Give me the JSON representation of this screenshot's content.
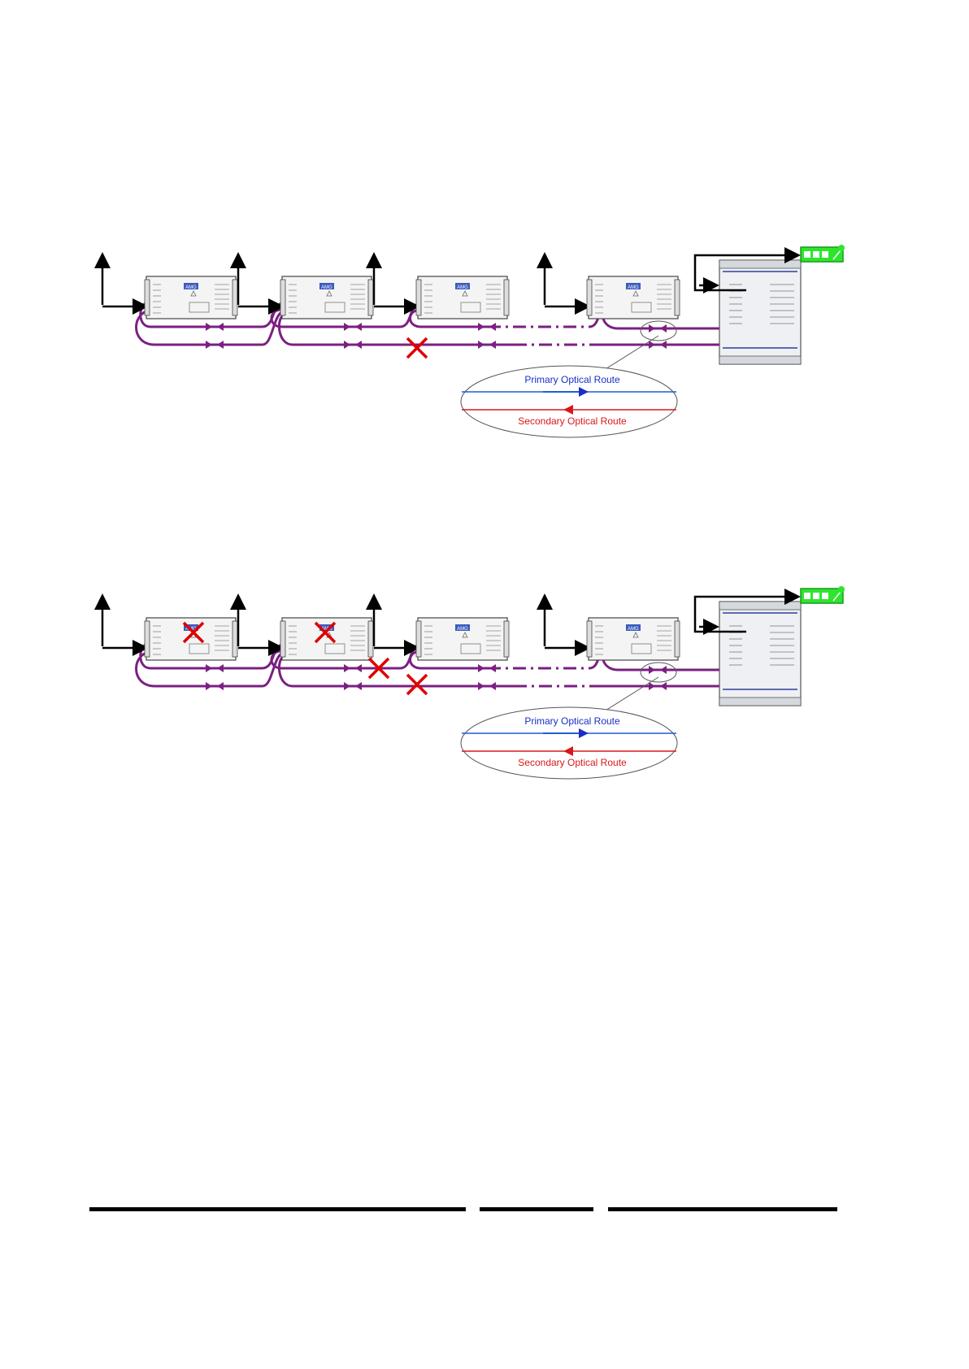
{
  "diagrams": [
    {
      "id": "diagram-1",
      "legend": {
        "primary_label": "Primary Optical Route",
        "secondary_label": "Secondary Optical Route"
      },
      "unit_brand": "AMG",
      "fault_markers": 1
    },
    {
      "id": "diagram-2",
      "legend": {
        "primary_label": "Primary Optical Route",
        "secondary_label": "Secondary Optical Route"
      },
      "unit_brand": "AMG",
      "fault_markers": 4
    }
  ],
  "colors": {
    "fibre": "#7b1f82",
    "primary": "#1f5fd0",
    "secondary": "#d81818",
    "fault": "#e00000",
    "status_panel": "#2ee52e",
    "brand_badge": "#3b5bbf"
  },
  "icons": [
    "fault-x-icon",
    "antenna-arrow-icon",
    "status-panel-icon"
  ]
}
